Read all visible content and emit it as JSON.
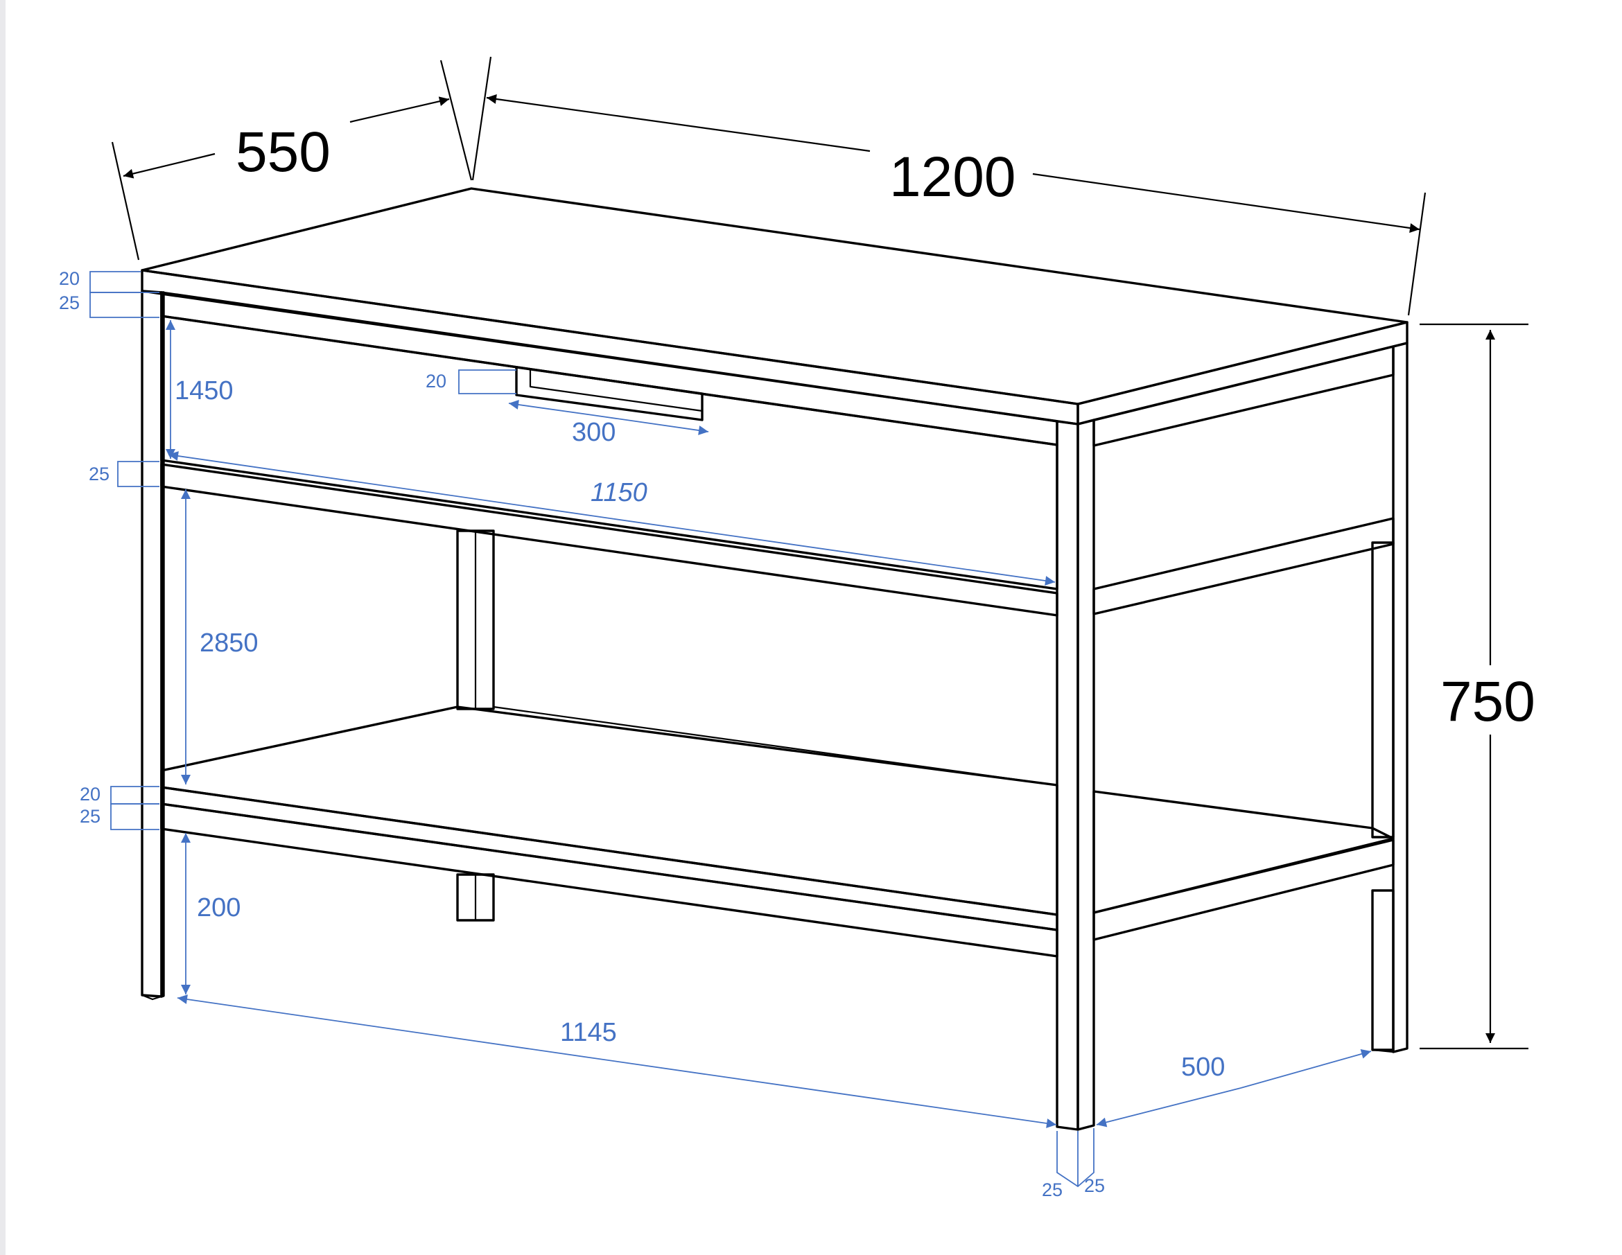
{
  "colors": {
    "outline": "#000000",
    "dimension_blue": "#4472c4",
    "background": "#ffffff"
  },
  "dimensions": {
    "overall": {
      "depth": "550",
      "width": "1200",
      "height": "750"
    },
    "detail": {
      "top_thickness": "20",
      "top_rail": "25",
      "drawer_height": "1450",
      "mid_rail": "25",
      "handle_height": "20",
      "handle_width": "300",
      "inner_width": "1150",
      "open_height": "2850",
      "shelf_thickness": "20",
      "shelf_rail": "25",
      "leg_clearance": "200",
      "leg_span_width": "1145",
      "leg_span_depth": "500",
      "leg_size_a": "25",
      "leg_size_b": "25"
    }
  }
}
